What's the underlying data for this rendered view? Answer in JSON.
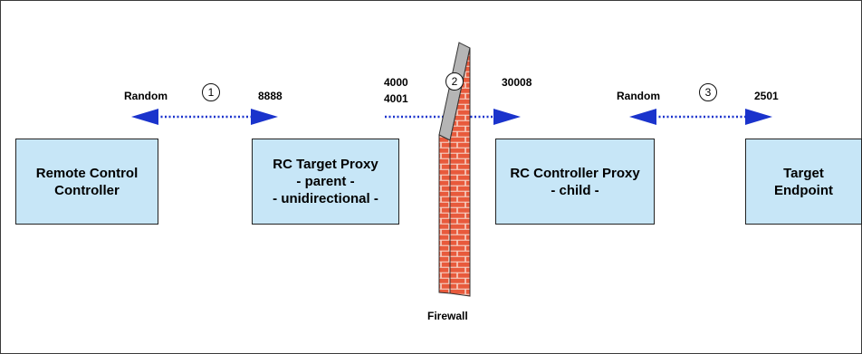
{
  "nodes": {
    "remote_control_controller": {
      "line1": "Remote Control",
      "line2": "Controller"
    },
    "rc_target_proxy": {
      "line1": "RC Target Proxy",
      "line2": "- parent -",
      "line3": "- unidirectional -"
    },
    "rc_controller_proxy": {
      "line1": "RC Controller Proxy",
      "line2": "- child -"
    },
    "target_endpoint": {
      "line1": "Target",
      "line2": "Endpoint"
    }
  },
  "connections": {
    "c1": {
      "number": "1",
      "left_port": "Random",
      "right_port": "8888"
    },
    "c2": {
      "number": "2",
      "left_port_a": "4000",
      "left_port_b": "4001",
      "right_port": "30008"
    },
    "c3": {
      "number": "3",
      "left_port": "Random",
      "right_port": "2501"
    }
  },
  "firewall": {
    "label": "Firewall"
  },
  "colors": {
    "box_fill": "#c7e6f7",
    "arrow": "#1a33cc",
    "brick": "#e85a3c",
    "mortar": "#f6d2c6",
    "wall_cap": "#b5b5b5"
  }
}
